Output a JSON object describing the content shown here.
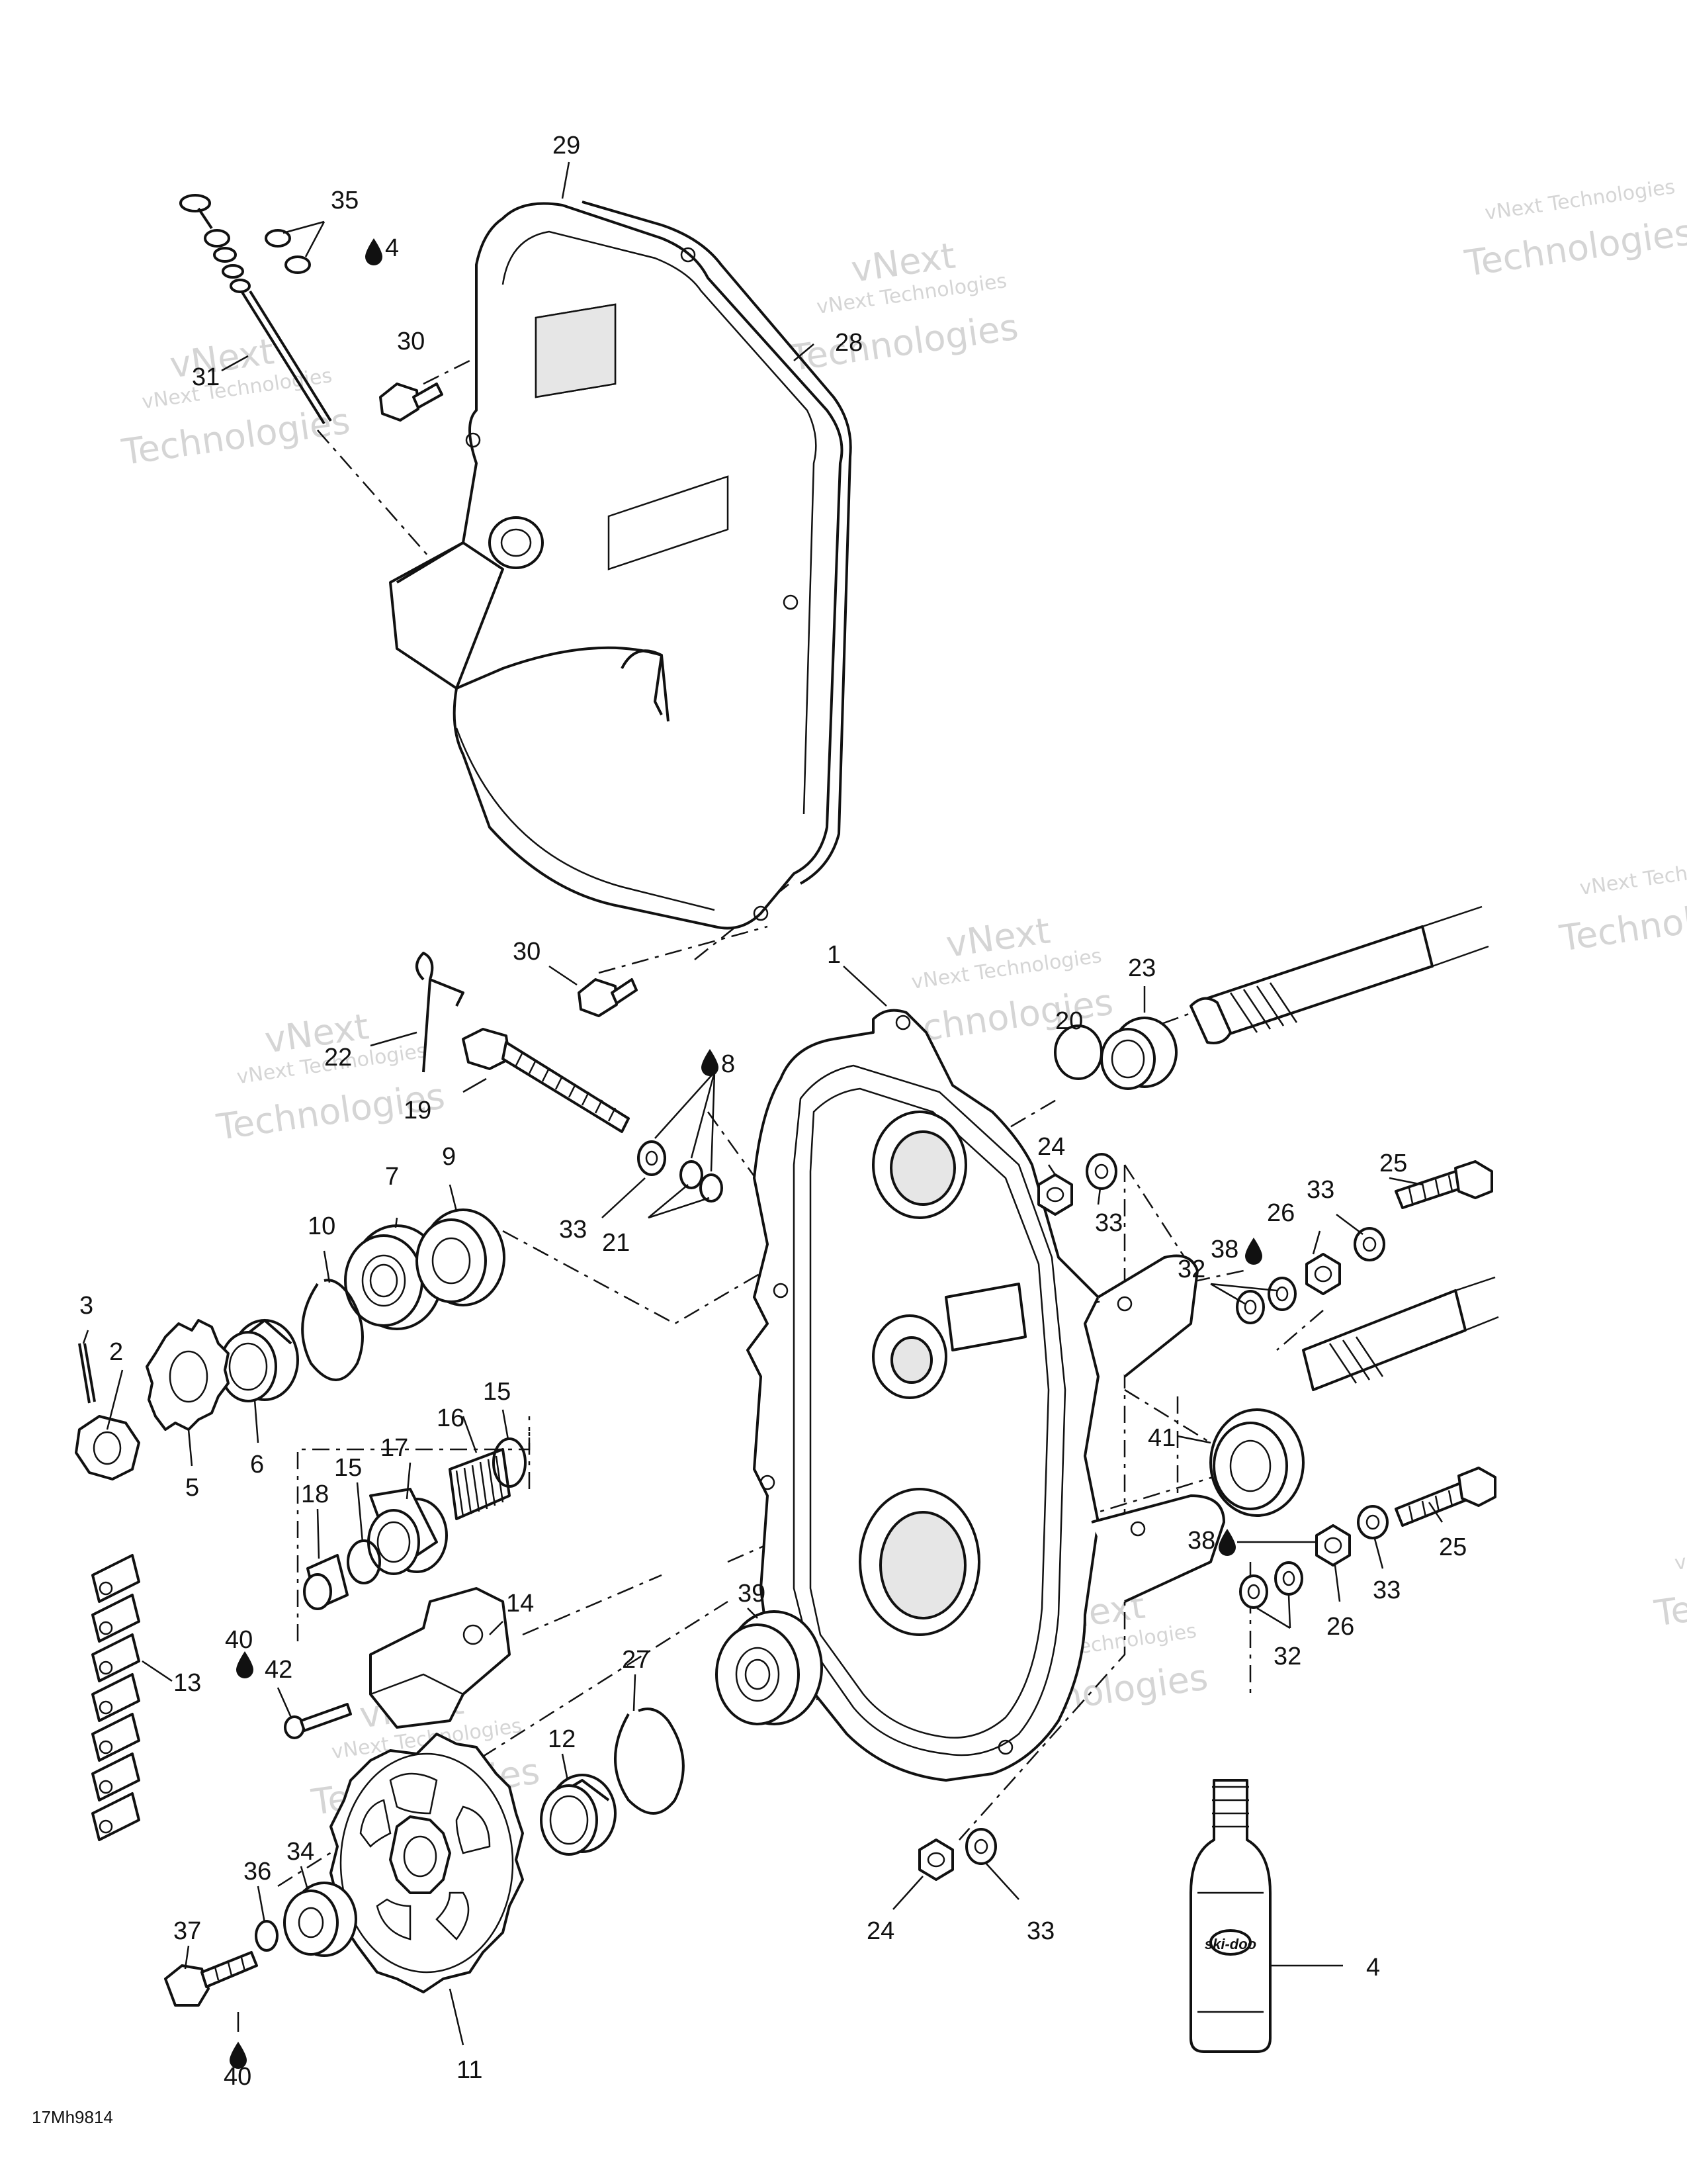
{
  "diagram_code": "17Mh9814",
  "watermark": {
    "line1": "vNext Technologies",
    "line2": "vNext",
    "line3": "Technologies"
  },
  "product_label": "ski-doo",
  "callouts": [
    {
      "id": "c29",
      "text": "29"
    },
    {
      "id": "c35",
      "text": "35"
    },
    {
      "id": "c4a",
      "text": "4"
    },
    {
      "id": "c31",
      "text": "31"
    },
    {
      "id": "c30a",
      "text": "30"
    },
    {
      "id": "c28",
      "text": "28"
    },
    {
      "id": "c30b",
      "text": "30"
    },
    {
      "id": "c1",
      "text": "1"
    },
    {
      "id": "c23",
      "text": "23"
    },
    {
      "id": "c20",
      "text": "20"
    },
    {
      "id": "c22",
      "text": "22"
    },
    {
      "id": "c19",
      "text": "19"
    },
    {
      "id": "c8",
      "text": "8"
    },
    {
      "id": "c24a",
      "text": "24"
    },
    {
      "id": "c33a",
      "text": "33"
    },
    {
      "id": "c25a",
      "text": "25"
    },
    {
      "id": "c33b",
      "text": "33"
    },
    {
      "id": "c26a",
      "text": "26"
    },
    {
      "id": "c38a",
      "text": "38"
    },
    {
      "id": "c32a",
      "text": "32"
    },
    {
      "id": "c33c",
      "text": "33"
    },
    {
      "id": "c21",
      "text": "21"
    },
    {
      "id": "c9",
      "text": "9"
    },
    {
      "id": "c7",
      "text": "7"
    },
    {
      "id": "c10",
      "text": "10"
    },
    {
      "id": "c3",
      "text": "3"
    },
    {
      "id": "c2",
      "text": "2"
    },
    {
      "id": "c6",
      "text": "6"
    },
    {
      "id": "c5",
      "text": "5"
    },
    {
      "id": "c15a",
      "text": "15"
    },
    {
      "id": "c16",
      "text": "16"
    },
    {
      "id": "c17",
      "text": "17"
    },
    {
      "id": "c15b",
      "text": "15"
    },
    {
      "id": "c18",
      "text": "18"
    },
    {
      "id": "c41",
      "text": "41"
    },
    {
      "id": "c38b",
      "text": "38"
    },
    {
      "id": "c25b",
      "text": "25"
    },
    {
      "id": "c33d",
      "text": "33"
    },
    {
      "id": "c26b",
      "text": "26"
    },
    {
      "id": "c32b",
      "text": "32"
    },
    {
      "id": "c13",
      "text": "13"
    },
    {
      "id": "c14",
      "text": "14"
    },
    {
      "id": "c40a",
      "text": "40"
    },
    {
      "id": "c42",
      "text": "42"
    },
    {
      "id": "c39",
      "text": "39"
    },
    {
      "id": "c27",
      "text": "27"
    },
    {
      "id": "c12",
      "text": "12"
    },
    {
      "id": "c34",
      "text": "34"
    },
    {
      "id": "c36",
      "text": "36"
    },
    {
      "id": "c37",
      "text": "37"
    },
    {
      "id": "c40b",
      "text": "40"
    },
    {
      "id": "c11",
      "text": "11"
    },
    {
      "id": "c24b",
      "text": "24"
    },
    {
      "id": "c33e",
      "text": "33"
    },
    {
      "id": "c4b",
      "text": "4"
    }
  ]
}
